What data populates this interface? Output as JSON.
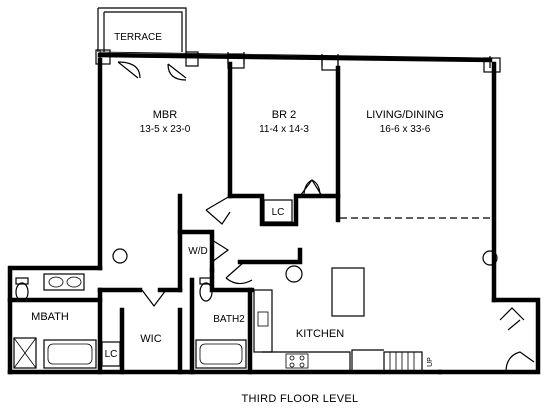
{
  "rooms": {
    "terrace": "TERRACE",
    "mbr": {
      "name": "MBR",
      "dim": "13-5 x 23-0"
    },
    "br2": {
      "name": "BR 2",
      "dim": "11-4 x 14-3"
    },
    "living": {
      "name": "LIVING/DINING",
      "dim": "16-6 x 33-6"
    },
    "wd": "W/D",
    "lc1": "LC",
    "lc2": "LC",
    "mbath": "MBATH",
    "wic": "WIC",
    "bath2": "BATH2",
    "kitchen": "KITCHEN",
    "up": "UP"
  },
  "caption": "THIRD FLOOR LEVEL"
}
